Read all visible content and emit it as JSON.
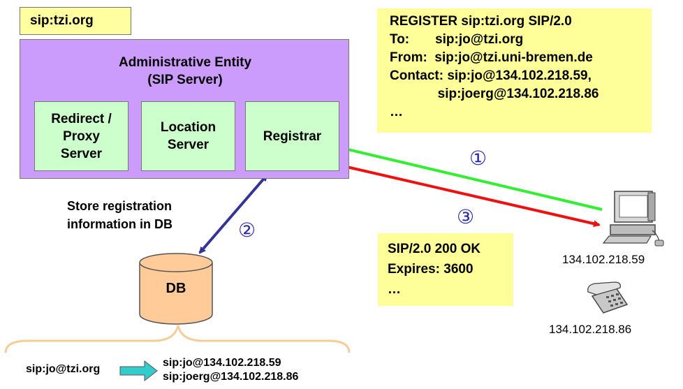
{
  "domain_label": "sip:tzi.org",
  "admin": {
    "title_line1": "Administrative Entity",
    "title_line2": "(SIP Server)",
    "components": [
      {
        "line1": "Redirect /",
        "line2": "Proxy",
        "line3": "Server"
      },
      {
        "line1": "Location",
        "line2": "Server"
      },
      {
        "line1": "Registrar"
      }
    ]
  },
  "register_message": {
    "lines": [
      "REGISTER sip:tzi.org SIP/2.0",
      "To:       sip:jo@tzi.org",
      "From:  sip:jo@tzi.uni-bremen.de",
      "Contact: sip:jo@134.102.218.59,",
      "             sip:joerg@134.102.218.86",
      "…"
    ]
  },
  "ok_message": {
    "lines": [
      "SIP/2.0 200 OK",
      "Expires: 3600",
      "…"
    ]
  },
  "steps": {
    "step1": "①",
    "step2": "②",
    "step3": "③"
  },
  "store_note": {
    "line1": "Store registration",
    "line2": "information in DB"
  },
  "database": {
    "label": "DB"
  },
  "devices": {
    "computer_ip": "134.102.218.59",
    "phone_ip": "134.102.218.86"
  },
  "mapping": {
    "source": "sip:jo@tzi.org",
    "targets": [
      "sip:jo@134.102.218.59",
      "sip:joerg@134.102.218.86"
    ]
  },
  "colors": {
    "domain_tab": "#ffffa0",
    "admin_box": "#cc9cfc",
    "component": "#ccffcc",
    "message_box": "#ffff99",
    "db": "#ffcc99",
    "arrow_request": "#33ee33",
    "arrow_response": "#ee1111",
    "arrow_db": "#33339a",
    "mapping_arrow": "#33cccc",
    "brace": "#f6cc99"
  }
}
